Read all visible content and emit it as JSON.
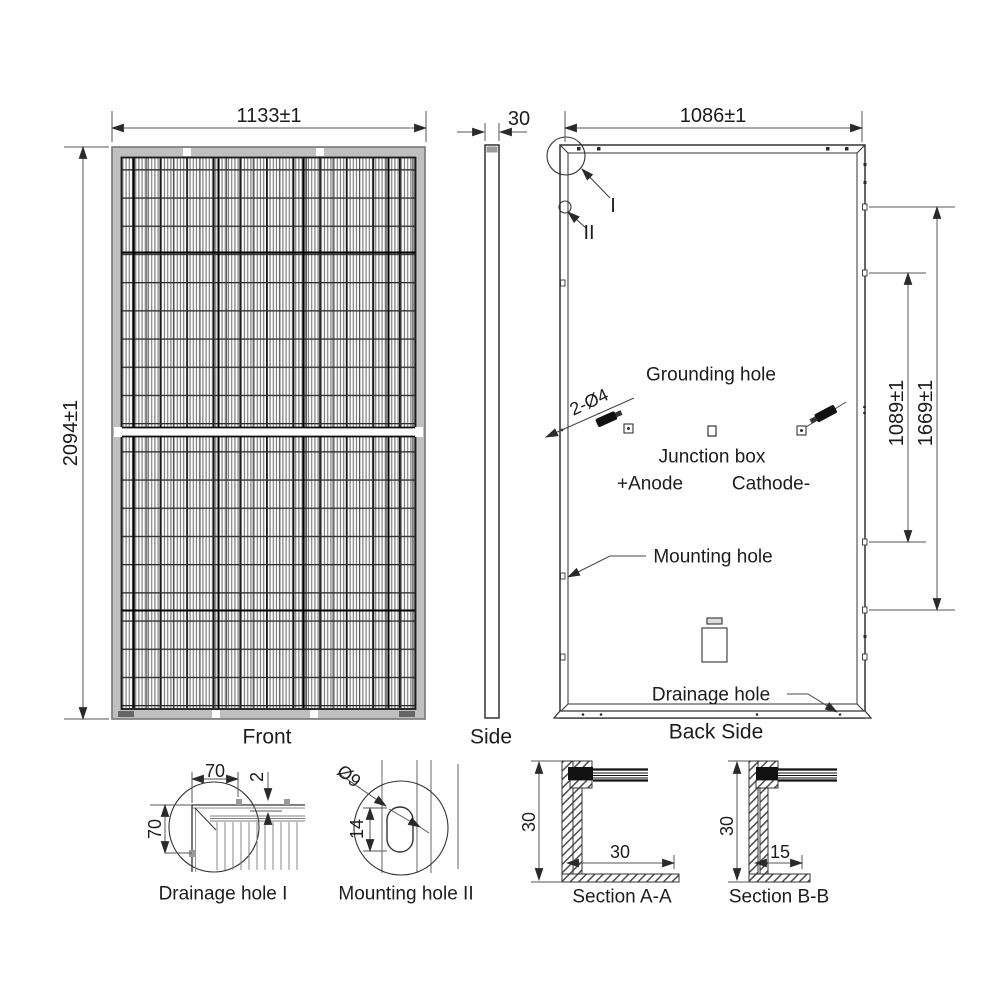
{
  "drawing": {
    "front": {
      "width_dim": "1133±1",
      "height_dim": "2094±1",
      "label": "Front"
    },
    "side": {
      "thickness_dim": "30",
      "label": "Side"
    },
    "back": {
      "width_dim": "1086±1",
      "height_inner_dim": "1089±1",
      "height_outer_dim": "1669±1",
      "grounding_hole": "Grounding hole",
      "hole_spec": "2-Ø4",
      "junction_box": "Junction box",
      "anode": "+Anode",
      "cathode": "Cathode-",
      "mounting_hole": "Mounting hole",
      "drainage_hole": "Drainage hole",
      "callout_i": "I",
      "callout_ii": "II",
      "label": "Back Side"
    },
    "details": {
      "drainage": {
        "width_dim": "70",
        "edge_dim": "2",
        "height_dim": "70",
        "label": "Drainage hole I"
      },
      "mounting": {
        "diameter_dim": "Ø9",
        "length_dim": "14",
        "label": "Mounting hole II"
      }
    },
    "sections": {
      "a": {
        "height_dim": "30",
        "flange_dim": "30",
        "label": "Section A-A"
      },
      "b": {
        "height_dim": "30",
        "flange_dim": "15",
        "label": "Section B-B"
      }
    },
    "colors": {
      "line": "#333333",
      "dim_line": "#555555",
      "text": "#1c1c1c"
    }
  }
}
